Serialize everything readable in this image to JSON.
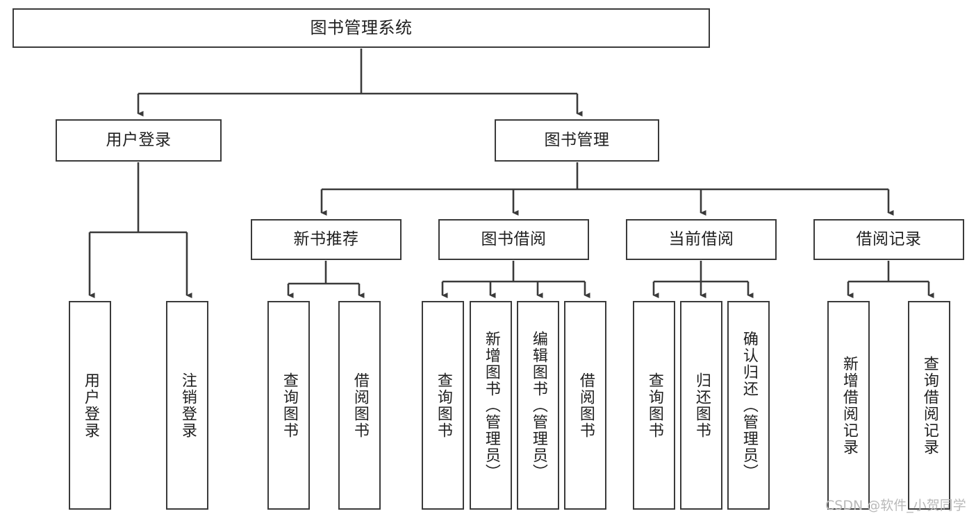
{
  "diagram": {
    "title": "图书管理系统",
    "type": "tree",
    "style": {
      "background": "#ffffff",
      "node_fill": "#ffffff",
      "node_stroke": "#3a3a3a",
      "edge_stroke": "#3a3a3a",
      "text_color": "#1f1f1f",
      "watermark_color": "#b9b9b9"
    },
    "levels": {
      "root": {
        "label": "图书管理系统"
      },
      "level2": [
        {
          "id": "user-login",
          "label": "用户登录"
        },
        {
          "id": "book-management",
          "label": "图书管理"
        }
      ],
      "level3": [
        {
          "id": "new-book-recommend",
          "label": "新书推荐",
          "parent": "book-management"
        },
        {
          "id": "book-borrow",
          "label": "图书借阅",
          "parent": "book-management"
        },
        {
          "id": "current-borrow",
          "label": "当前借阅",
          "parent": "book-management"
        },
        {
          "id": "borrow-record",
          "label": "借阅记录",
          "parent": "book-management"
        }
      ],
      "leaves": [
        {
          "id": "leaf-user-login",
          "label": "用户登录",
          "parent": "user-login"
        },
        {
          "id": "leaf-logout-login",
          "label": "注销登录",
          "parent": "user-login"
        },
        {
          "id": "leaf-query-book-1",
          "label": "查询图书",
          "parent": "new-book-recommend"
        },
        {
          "id": "leaf-borrow-book-1",
          "label": "借阅图书",
          "parent": "new-book-recommend"
        },
        {
          "id": "leaf-query-book-2",
          "label": "查询图书",
          "parent": "book-borrow"
        },
        {
          "id": "leaf-add-book",
          "label": "新增图书（管理员）",
          "parent": "book-borrow"
        },
        {
          "id": "leaf-edit-book",
          "label": "编辑图书（管理员）",
          "parent": "book-borrow"
        },
        {
          "id": "leaf-borrow-book-2",
          "label": "借阅图书",
          "parent": "book-borrow"
        },
        {
          "id": "leaf-query-book-3",
          "label": "查询图书",
          "parent": "current-borrow"
        },
        {
          "id": "leaf-return-book",
          "label": "归还图书",
          "parent": "current-borrow"
        },
        {
          "id": "leaf-confirm-return",
          "label": "确认归还（管理员）",
          "parent": "current-borrow"
        },
        {
          "id": "leaf-add-borrow-record",
          "label": "新增借阅记录",
          "parent": "borrow-record"
        },
        {
          "id": "leaf-query-borrow-record",
          "label": "查询借阅记录",
          "parent": "borrow-record"
        }
      ]
    },
    "watermark": "CSDN @软件_小贺同学"
  }
}
